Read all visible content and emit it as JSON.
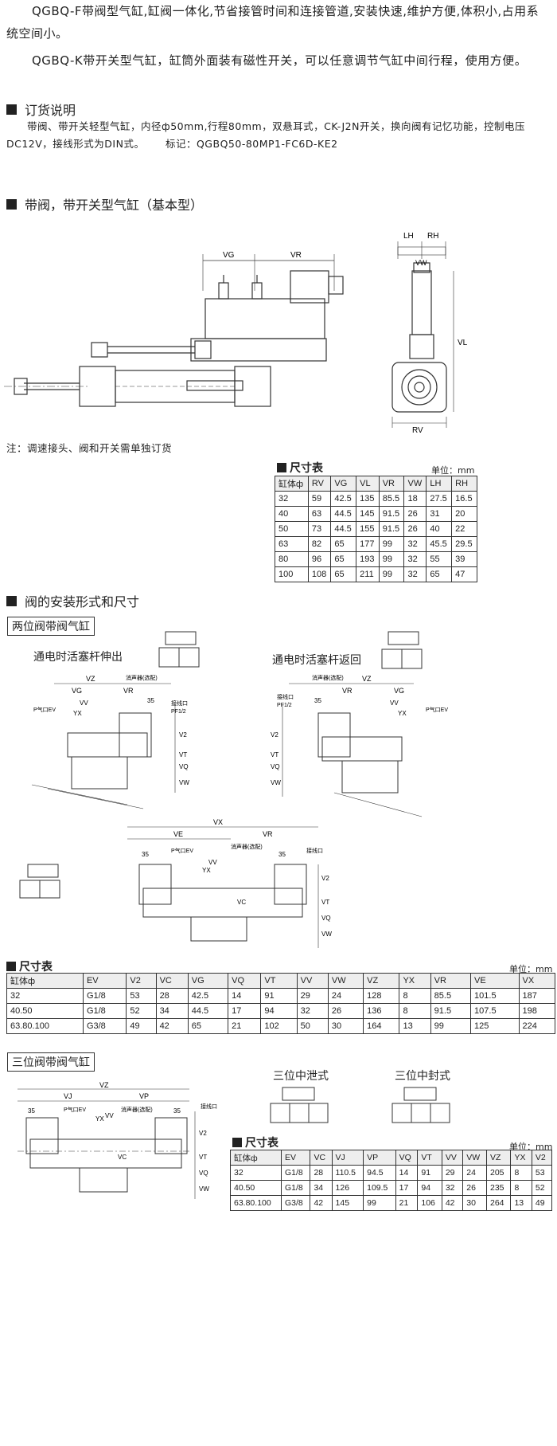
{
  "intro": {
    "p1": "QGBQ-F带阀型气缸,缸阀一体化,节省接管时间和连接管道,安装快速,维护方便,体积小,占用系统空间小。",
    "p2": "QGBQ-K带开关型气缸，缸筒外面装有磁性开关，可以任意调节气缸中间行程，使用方便。"
  },
  "order": {
    "heading": "订货说明",
    "text": "带阀、带开关轻型气缸，内径ф50mm,行程80mm，双悬耳式，CK-J2N开关，换向阀有记忆功能，控制电压DC12V，接线形式为DIN式。",
    "mark": "标记：QGBQ50-80MP1-FC6D-KE2"
  },
  "basic": {
    "heading": "带阀，带开关型气缸（基本型）",
    "labels": {
      "vg": "VG",
      "vr": "VR",
      "lh": "LH",
      "rh": "RH",
      "vw": "VW",
      "vl": "VL",
      "rv": "RV"
    },
    "note": "注：调速接头、阀和开关需单独订货",
    "table_title": "尺寸表",
    "unit": "单位：mm",
    "headers": [
      "缸体ф",
      "RV",
      "VG",
      "VL",
      "VR",
      "VW",
      "LH",
      "RH"
    ],
    "rows": [
      [
        "32",
        "59",
        "42.5",
        "135",
        "85.5",
        "18",
        "27.5",
        "16.5"
      ],
      [
        "40",
        "63",
        "44.5",
        "145",
        "91.5",
        "26",
        "31",
        "20"
      ],
      [
        "50",
        "73",
        "44.5",
        "155",
        "91.5",
        "26",
        "40",
        "22"
      ],
      [
        "63",
        "82",
        "65",
        "177",
        "99",
        "32",
        "45.5",
        "29.5"
      ],
      [
        "80",
        "96",
        "65",
        "193",
        "99",
        "32",
        "55",
        "39"
      ],
      [
        "100",
        "108",
        "65",
        "211",
        "99",
        "32",
        "65",
        "47"
      ]
    ]
  },
  "valve": {
    "heading": "阀的安装形式和尺寸",
    "two_pos": {
      "label": "两位阀带阀气缸",
      "extend": "通电时活塞杆伸出",
      "retract": "通电时活塞杆返回",
      "labels": {
        "vz": "VZ",
        "vg": "VG",
        "vr": "VR",
        "vv": "VV",
        "yx": "YX",
        "v35": "35",
        "muffler": "消声器(选配)",
        "port": "接线口",
        "pf": "PF1/2",
        "pilot": "P气口EV",
        "v2": "V2",
        "vt": "VT",
        "vq": "VQ",
        "vw": "VW",
        "vx": "VX",
        "ve": "VE",
        "vc": "VC"
      },
      "table_title": "尺寸表",
      "unit": "单位：mm",
      "headers": [
        "缸体ф",
        "EV",
        "V2",
        "VC",
        "VG",
        "VQ",
        "VT",
        "VV",
        "VW",
        "VZ",
        "YX",
        "VR",
        "VE",
        "VX"
      ],
      "rows": [
        [
          "32",
          "G1/8",
          "53",
          "28",
          "42.5",
          "14",
          "91",
          "29",
          "24",
          "128",
          "8",
          "85.5",
          "101.5",
          "187"
        ],
        [
          "40.50",
          "G1/8",
          "52",
          "34",
          "44.5",
          "17",
          "94",
          "32",
          "26",
          "136",
          "8",
          "91.5",
          "107.5",
          "198"
        ],
        [
          "63.80.100",
          "G3/8",
          "49",
          "42",
          "65",
          "21",
          "102",
          "50",
          "30",
          "164",
          "13",
          "99",
          "125",
          "224"
        ]
      ]
    },
    "three_pos": {
      "label": "三位阀带阀气缸",
      "vent": "三位中泄式",
      "sealed": "三位中封式",
      "labels": {
        "vz": "VZ",
        "vj": "VJ",
        "vp": "VP",
        "v35": "35",
        "pilot": "P气口EV",
        "muffler": "消声器(选配)",
        "port": "接线口",
        "yx": "YX",
        "vv": "VV",
        "vc": "VC",
        "v2": "V2",
        "vt": "VT",
        "vq": "VQ",
        "vw": "VW"
      },
      "table_title": "尺寸表",
      "unit": "单位：mm",
      "headers": [
        "缸体ф",
        "EV",
        "VC",
        "VJ",
        "VP",
        "VQ",
        "VT",
        "VV",
        "VW",
        "VZ",
        "YX",
        "V2"
      ],
      "rows": [
        [
          "32",
          "G1/8",
          "28",
          "110.5",
          "94.5",
          "14",
          "91",
          "29",
          "24",
          "205",
          "8",
          "53"
        ],
        [
          "40.50",
          "G1/8",
          "34",
          "126",
          "109.5",
          "17",
          "94",
          "32",
          "26",
          "235",
          "8",
          "52"
        ],
        [
          "63.80.100",
          "G3/8",
          "42",
          "145",
          "99",
          "21",
          "106",
          "42",
          "30",
          "264",
          "13",
          "49"
        ]
      ]
    }
  }
}
